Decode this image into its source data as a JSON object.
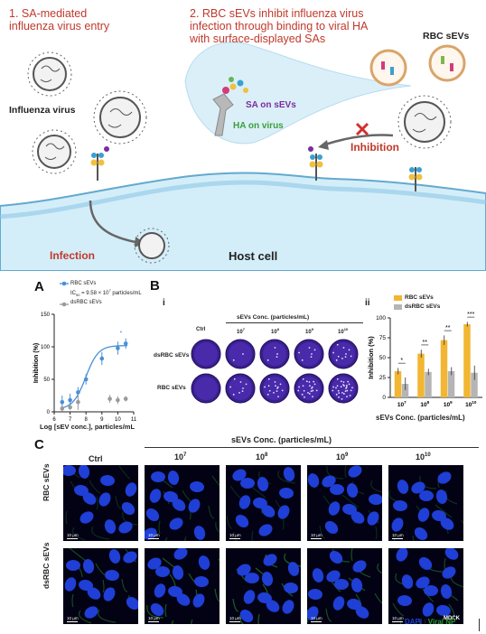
{
  "schematic": {
    "step1_line1": "1. SA-mediated",
    "step1_line2": "influenza virus entry",
    "step2_line1": "2. RBC sEVs inhibit influenza virus",
    "step2_line2": "infection through binding to viral HA",
    "step2_line3": "with surface-displayed SAs",
    "influenza_virus_label": "Influenza virus",
    "sa_on_sevs_label": "SA on sEVs",
    "ha_on_virus_label": "HA on virus",
    "rbc_sevs_label": "RBC sEVs",
    "inhibition_label": "Inhibition",
    "infection_label": "Infection",
    "host_cell_label": "Host cell",
    "colors": {
      "red": "#c0392b",
      "purple": "#7b2c9e",
      "green": "#3aa03a",
      "cell_blue": "#bfe3f5"
    }
  },
  "panel_a": {
    "letter": "A",
    "legend_rbc": "RBC sEVs",
    "legend_ic50_prefix": "IC",
    "legend_ic50_sub": "50",
    "legend_ic50_value": " = 9.58 × 10",
    "legend_ic50_exp": "7",
    "legend_ic50_unit": " particles/mL",
    "legend_dsrbc": "dsRBC sEVs",
    "xlabel": "Log [sEV conc.], particles/mL",
    "ylabel": "Inhibition (%)"
  },
  "panel_b": {
    "letter": "B",
    "sub_i": "i",
    "sub_ii": "ii",
    "conc_header": "sEVs Conc. (particles/mL)",
    "col_ctrl": "Ctrl",
    "col_labels": [
      {
        "base": "10",
        "exp": "7"
      },
      {
        "base": "10",
        "exp": "8"
      },
      {
        "base": "10",
        "exp": "9"
      },
      {
        "base": "10",
        "exp": "10"
      }
    ],
    "row_dsrbc": "dsRBC sEVs",
    "row_rbc": "RBC sEVs",
    "legend_rbc": "RBC sEVs",
    "legend_dsrbc": "dsRBC sEVs",
    "bar_xlabel": "sEVs Conc. (particles/mL)",
    "bar_ylabel": "Inhibition (%)"
  },
  "panel_c": {
    "letter": "C",
    "conc_header": "sEVs Conc. (particles/mL)",
    "col_ctrl": "Ctrl",
    "col_labels": [
      {
        "base": "10",
        "exp": "7"
      },
      {
        "base": "10",
        "exp": "8"
      },
      {
        "base": "10",
        "exp": "9"
      },
      {
        "base": "10",
        "exp": "10"
      }
    ],
    "row_rbc": "RBC sEVs",
    "row_dsrbc": "dsRBC sEVs",
    "scale_label": "10 µm",
    "cell_line_label": "MDCK",
    "legend_dapi": "DAPI",
    "legend_sep": " / ",
    "legend_np": "Viral NP",
    "dapi_color": "#1f3fd6",
    "np_color": "#2e9e2e"
  },
  "chart_data": [
    {
      "type": "line",
      "panel": "A",
      "xlabel": "Log [sEV conc.], particles/mL",
      "ylabel": "Inhibition (%)",
      "xlim": [
        6,
        11
      ],
      "ylim": [
        0,
        150
      ],
      "xticks": [
        6,
        7,
        8,
        9,
        10,
        11
      ],
      "yticks": [
        0,
        50,
        100,
        150
      ],
      "series": [
        {
          "name": "RBC sEVs",
          "color": "#4a90d9",
          "x": [
            6.5,
            7,
            7.5,
            8,
            9,
            10,
            10.5
          ],
          "y": [
            15,
            18,
            30,
            50,
            82,
            98,
            105
          ],
          "err": [
            10,
            10,
            8,
            8,
            10,
            10,
            8
          ]
        },
        {
          "name": "dsRBC sEVs",
          "color": "#9a9a9a",
          "x": [
            6.5,
            7,
            7.5,
            9.5,
            10,
            10.5
          ],
          "y": [
            5,
            7,
            15,
            20,
            18,
            20
          ],
          "err": [
            4,
            4,
            12,
            6,
            6,
            4
          ]
        }
      ],
      "annotations": [
        "*"
      ]
    },
    {
      "type": "bar",
      "panel": "B-ii",
      "xlabel": "sEVs Conc. (particles/mL)",
      "ylabel": "Inhibition (%)",
      "categories": [
        "10^7",
        "10^8",
        "10^9",
        "10^10"
      ],
      "ylim": [
        0,
        100
      ],
      "yticks": [
        0,
        25,
        50,
        75,
        100
      ],
      "series": [
        {
          "name": "RBC sEVs",
          "color": "#f2b632",
          "values": [
            33,
            55,
            72,
            92
          ],
          "err": [
            4,
            5,
            6,
            3
          ]
        },
        {
          "name": "dsRBC sEVs",
          "color": "#b5b5b5",
          "values": [
            17,
            32,
            33,
            31
          ],
          "err": [
            8,
            4,
            5,
            9
          ]
        }
      ],
      "significance": [
        "*",
        "**",
        "**",
        "***"
      ]
    }
  ]
}
